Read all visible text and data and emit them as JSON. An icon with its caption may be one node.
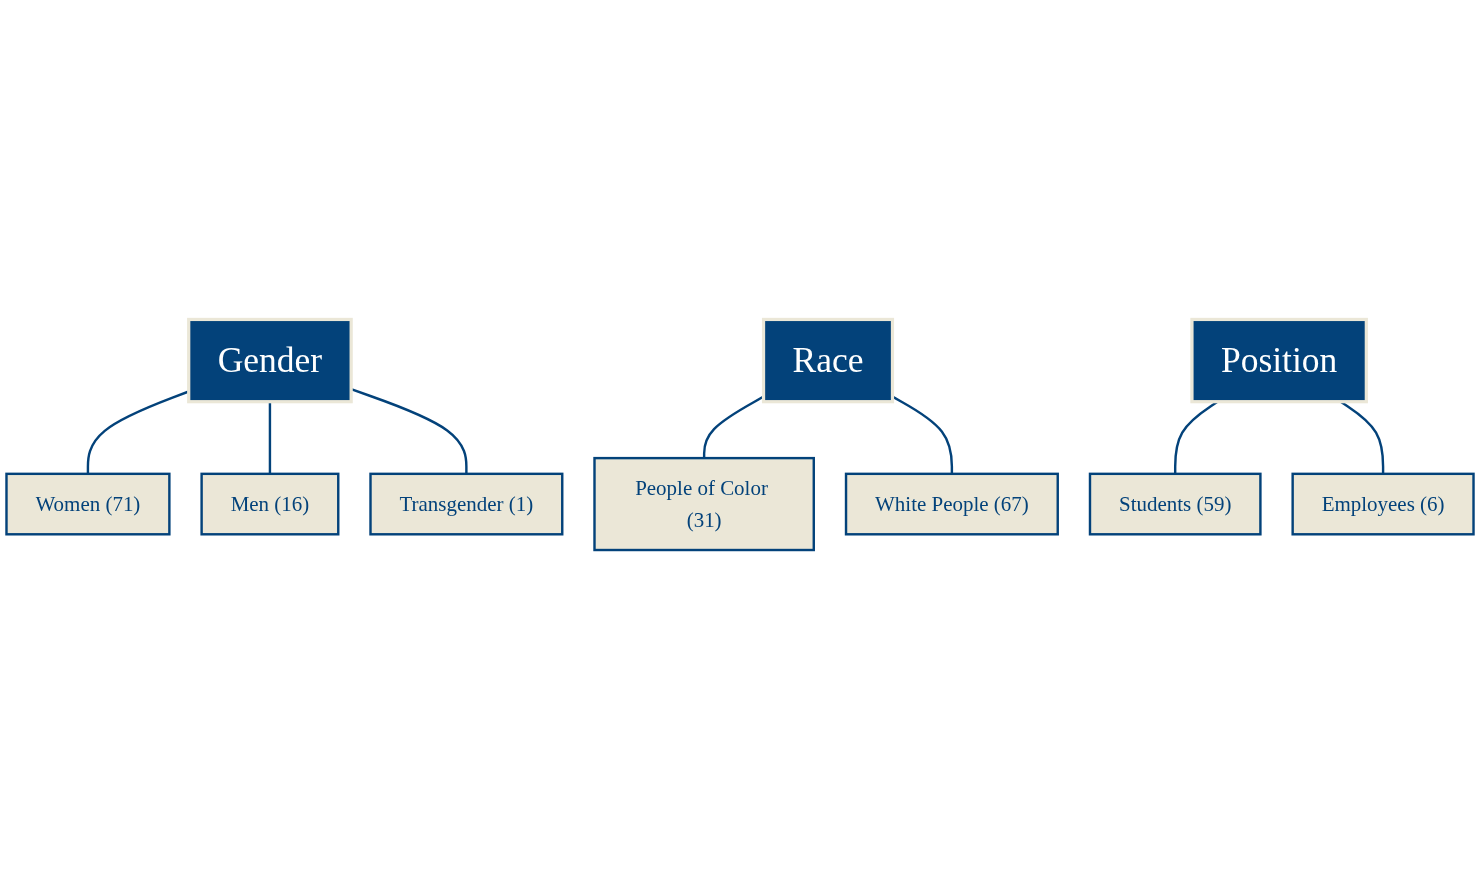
{
  "diagram": {
    "nodes": [
      {
        "text": [
          "Gender"
        ]
      },
      {
        "text": [
          "Women (71)"
        ]
      },
      {
        "text": [
          "Men (16)"
        ]
      },
      {
        "text": [
          "Transgender (1)"
        ]
      },
      {
        "text": [
          "Race"
        ]
      },
      {
        "text": [
          "People of Color (31)"
        ]
      },
      {
        "text": [
          "White People (67)"
        ]
      },
      {
        "text": [
          "Position"
        ]
      },
      {
        "text": [
          "Students (59)"
        ]
      },
      {
        "text": [
          "Employees (6)"
        ]
      }
    ],
    "edges": [
      {
        "from": 0,
        "to": 1,
        "arrow": "none"
      },
      {
        "from": 0,
        "to": 2,
        "arrow": "none"
      },
      {
        "from": 0,
        "to": 3,
        "arrow": "none"
      },
      {
        "from": 4,
        "to": 5,
        "arrow": "none"
      },
      {
        "from": 4,
        "to": 6,
        "arrow": "none"
      },
      {
        "from": 7,
        "to": 8,
        "arrow": "none"
      },
      {
        "from": 7,
        "to": 9,
        "arrow": "none"
      }
    ]
  }
}
